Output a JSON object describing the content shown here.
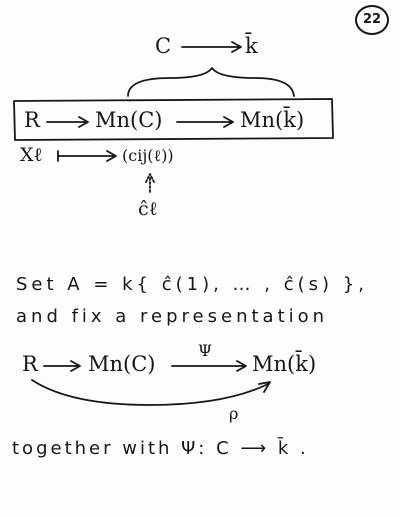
{
  "page_number": "22",
  "top_diagram": {
    "upper_source": "C",
    "upper_target": "k̄",
    "boxed_row": {
      "left": "R",
      "middle": "Mn(C)",
      "right": "Mn(k̄)"
    },
    "lower_source": "Xℓ",
    "lower_target": "(cij(ℓ))",
    "below_symbol": "ĉℓ"
  },
  "text": {
    "set_line": "Set A = k{ ĉ(1), … , ĉ(s) },",
    "fix_line": "and fix a representation",
    "together_line": "together with Ψ: C ⟶ k̄ ."
  },
  "bottom_diagram": {
    "left": "R",
    "middle": "Mn(C)",
    "arrow_label": "Ψ",
    "right": "Mn(k̄)",
    "curve_label": "ρ"
  }
}
